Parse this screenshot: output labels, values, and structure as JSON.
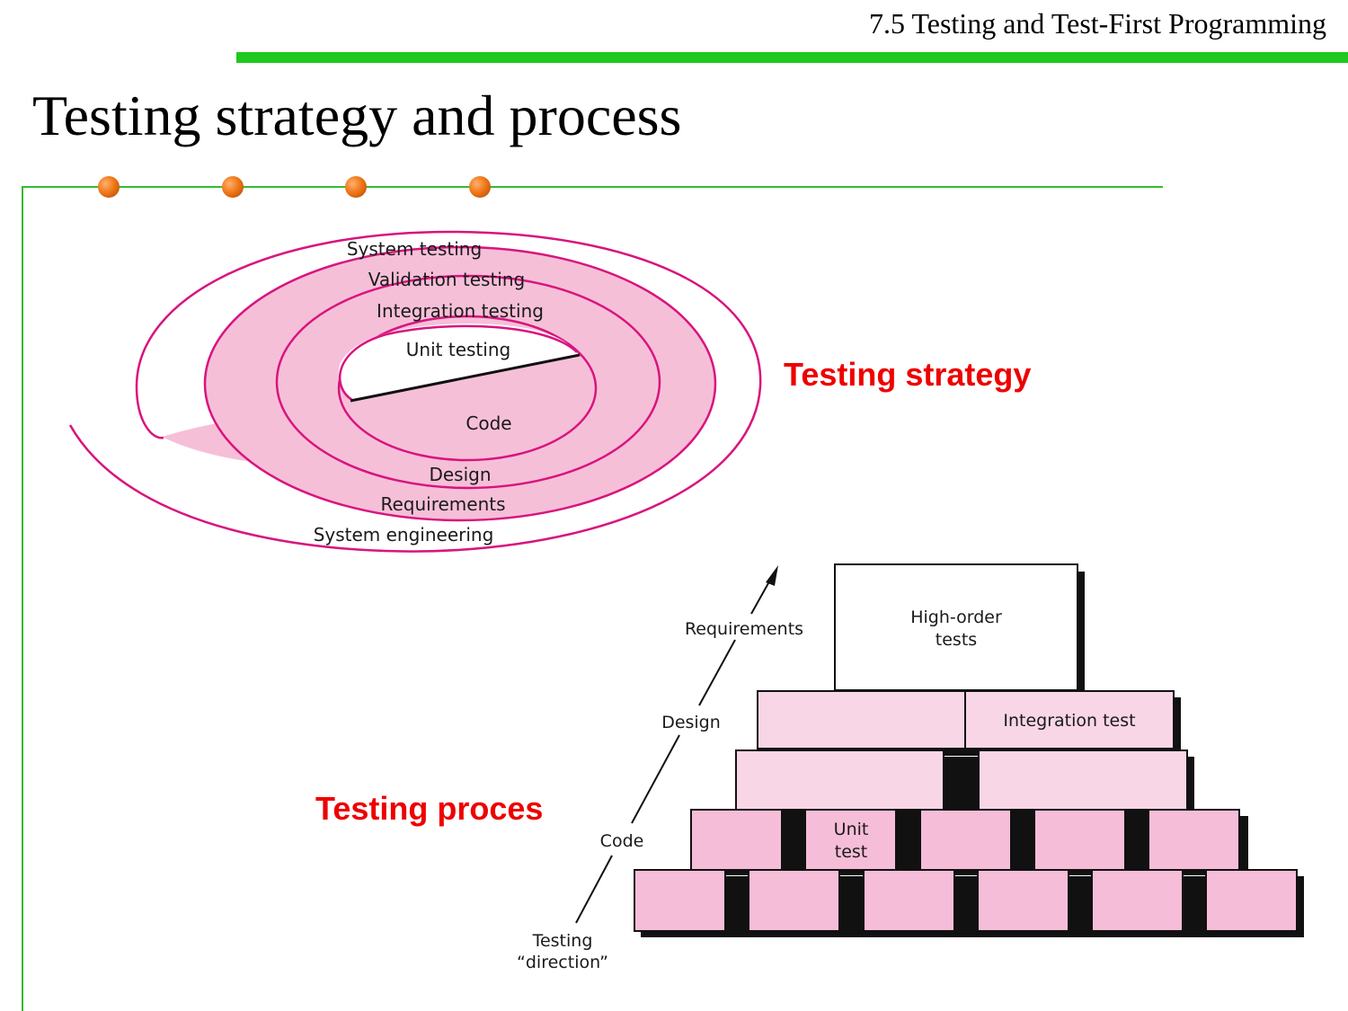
{
  "header": {
    "section_title": "7.5 Testing and Test-First Programming"
  },
  "slide": {
    "title": "Testing strategy and process"
  },
  "colors": {
    "header_bar": "#1ec81e",
    "rule": "#33bb33",
    "bullet": "#f07818",
    "spiral_stroke": "#d8147e",
    "spiral_fill": "#f6bfd8",
    "block_fill": "#f6bdd8",
    "block_fill_light": "#f8d6e6",
    "accent_text": "#ee0000"
  },
  "spiral": {
    "labels": {
      "system_testing": "System testing",
      "validation_testing": "Validation testing",
      "integration_testing": "Integration testing",
      "unit_testing": "Unit testing",
      "code": "Code",
      "design": "Design",
      "requirements": "Requirements",
      "system_engineering": "System engineering"
    }
  },
  "strategy_label": "Testing strategy",
  "process_label": "Testing proces",
  "pyramid": {
    "high_order_line1": "High-order",
    "high_order_line2": "tests",
    "integration_test": "Integration test",
    "unit_test_line1": "Unit",
    "unit_test_line2": "test"
  },
  "direction_axis": {
    "requirements": "Requirements",
    "design": "Design",
    "code": "Code",
    "testing_line1": "Testing",
    "testing_line2": "“direction”"
  }
}
